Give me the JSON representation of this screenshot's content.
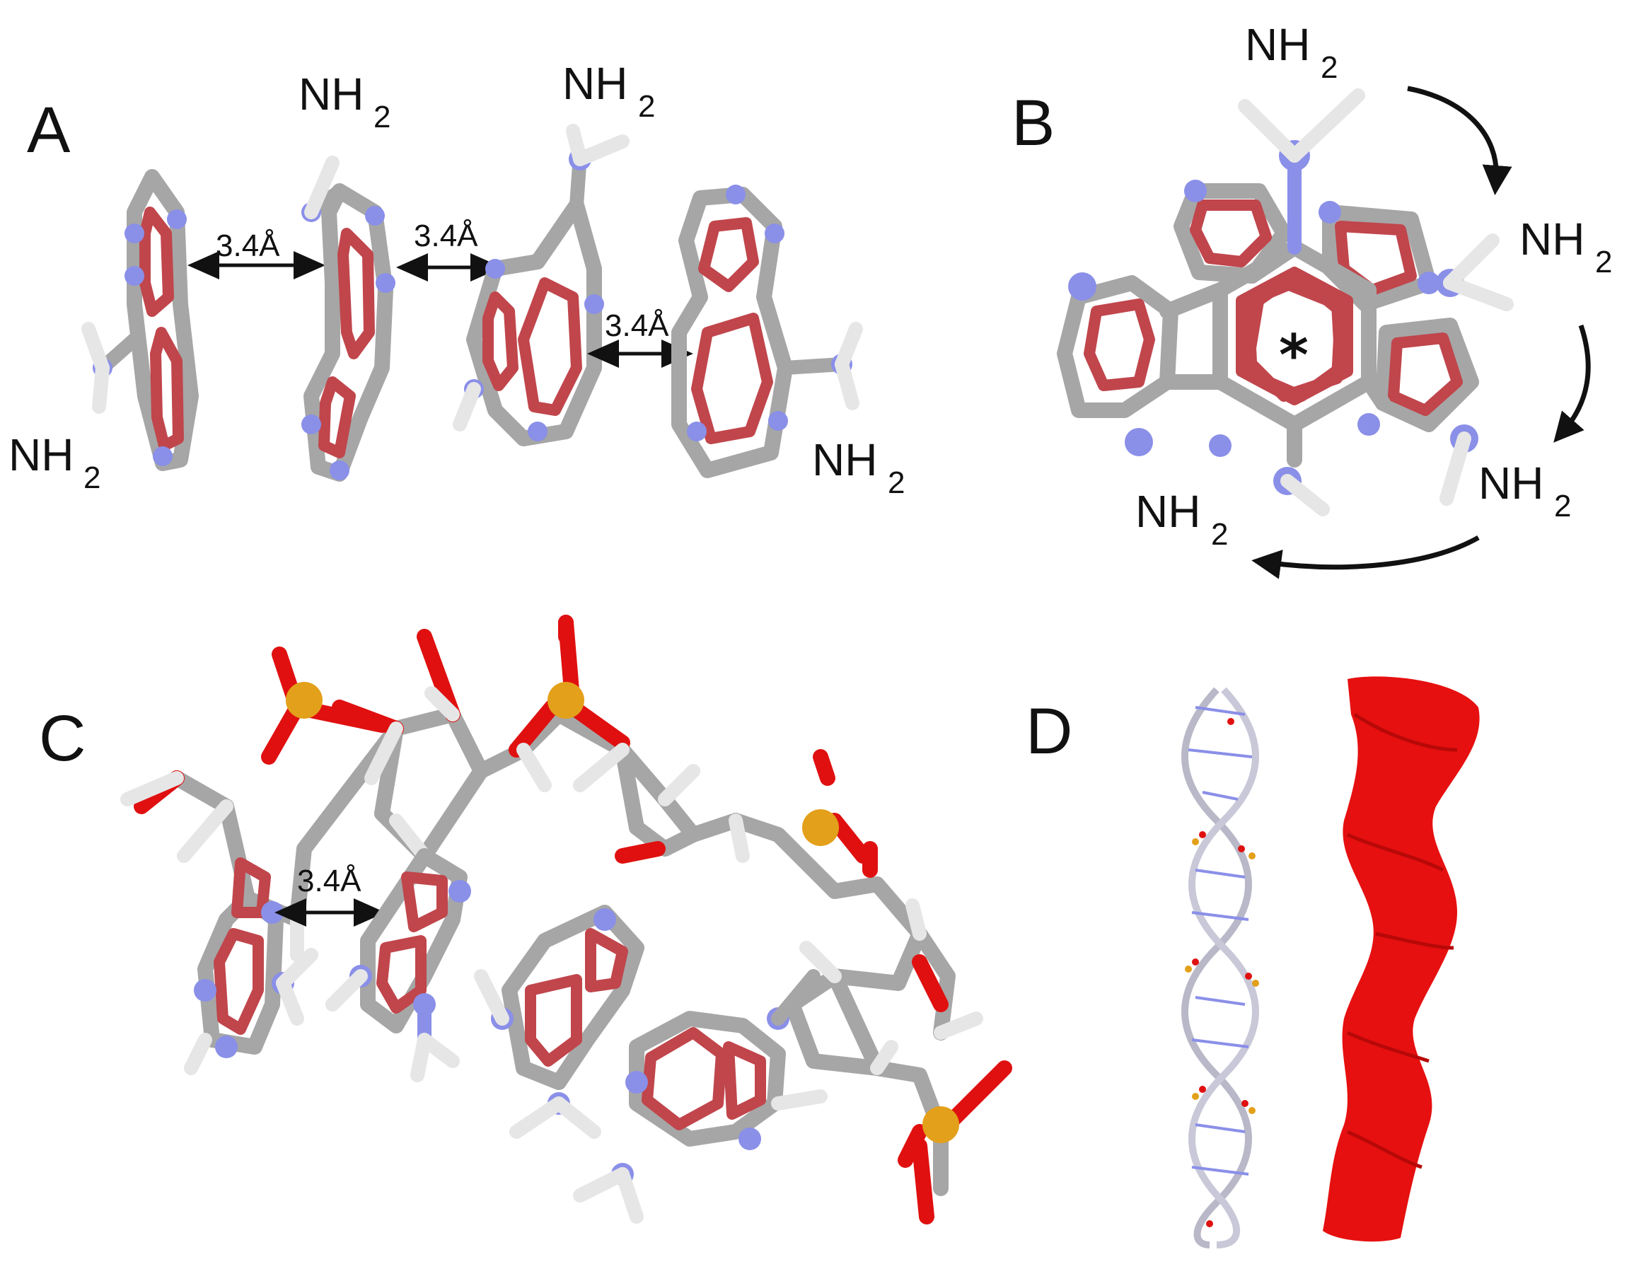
{
  "panels": {
    "a": {
      "letter": "A"
    },
    "b": {
      "letter": "B"
    },
    "c": {
      "letter": "C"
    },
    "d": {
      "letter": "D"
    }
  },
  "labels": {
    "nh": "NH",
    "sub2": "2",
    "distance": "3.4Å",
    "center_marker": "*"
  },
  "colors": {
    "carbon": "#a6a6a6",
    "nitrogen": "#8a8fe8",
    "hydrogen": "#e6e6e6",
    "oxygen": "#e01010",
    "phosphorus": "#e3a01a",
    "aromatic_ring": "#c0464c",
    "surface": "#e61010"
  }
}
